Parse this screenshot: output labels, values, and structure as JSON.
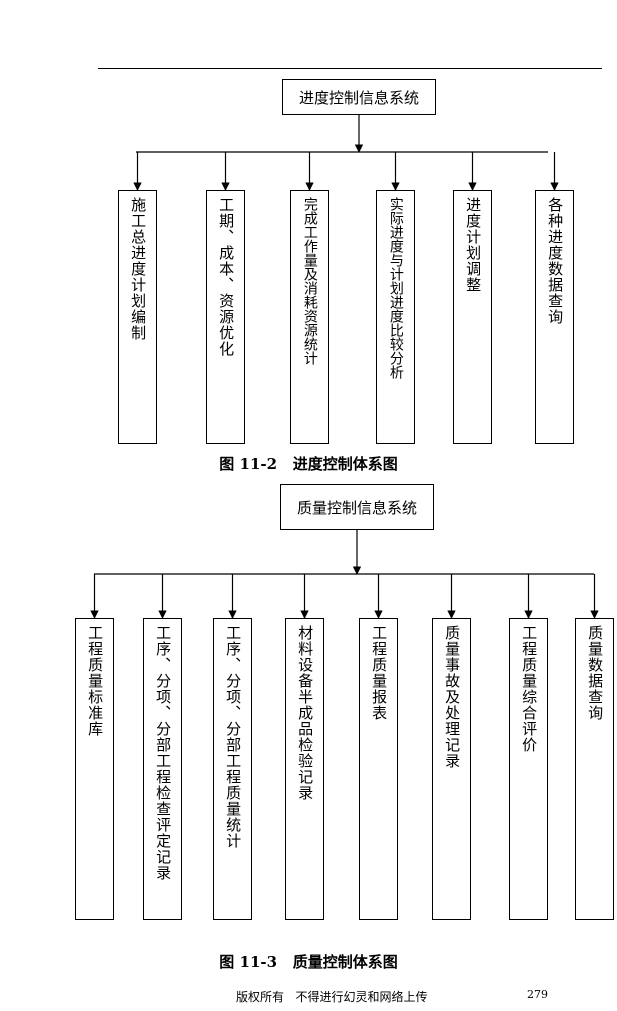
{
  "diagram1": {
    "root": "进度控制信息系统",
    "children": [
      "施工总进度计划编制",
      "工期、成本、资源优化",
      "完成工作量及消耗资源统计",
      "实际进度与计划进度比较分析",
      "进度计划调整",
      "各种进度数据查询"
    ],
    "caption": "图 11-2   进度控制体系图"
  },
  "diagram2": {
    "root": "质量控制信息系统",
    "children": [
      "工程质量标准库",
      "工序、分项、分部工程检查评定记录",
      "工序、分项、分部工程质量统计",
      "材料设备半成品检验记录",
      "工程质量报表",
      "质量事故及处理记录",
      "工程质量综合评价",
      "质量数据查询"
    ],
    "caption": "图 11-3   质量控制体系图"
  },
  "footer": {
    "text": "版权所有   不得进行幻灵和网络上传",
    "page": "279"
  }
}
